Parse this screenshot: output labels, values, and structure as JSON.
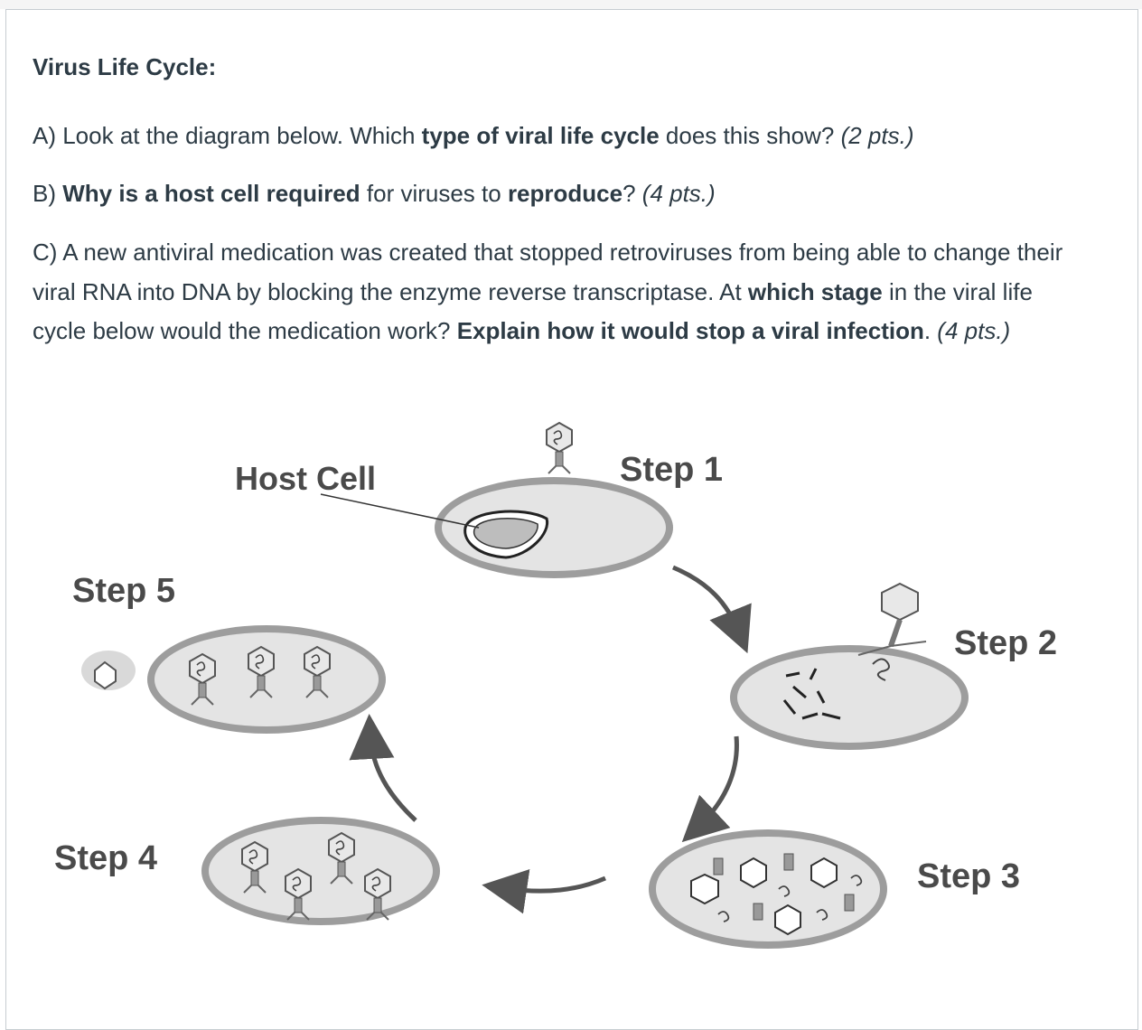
{
  "title": "Virus Life Cycle:",
  "questions": {
    "a": {
      "prefix": "A) Look at the diagram below. Which ",
      "bold": "type of viral life cycle",
      "middle": " does this show? ",
      "points": "(2 pts.)"
    },
    "b": {
      "prefix": "B) ",
      "bold1": "Why is a host cell required",
      "middle": " for viruses to ",
      "bold2": "reproduce",
      "suffix": "? ",
      "points": "(4 pts.)"
    },
    "c": {
      "part1": "C) A new antiviral medication was created that stopped retroviruses from being able to change their viral RNA into DNA by blocking the enzyme reverse transcriptase.  At ",
      "bold1": "which stage",
      "part2": " in the viral life cycle below would the medication work? ",
      "bold2": "Explain how it would stop a viral infection",
      "part3": ". ",
      "points": "(4 pts.)"
    }
  },
  "diagram": {
    "host_cell_label": "Host Cell",
    "steps": [
      "Step 1",
      "Step 2",
      "Step 3",
      "Step 4",
      "Step 5"
    ]
  }
}
